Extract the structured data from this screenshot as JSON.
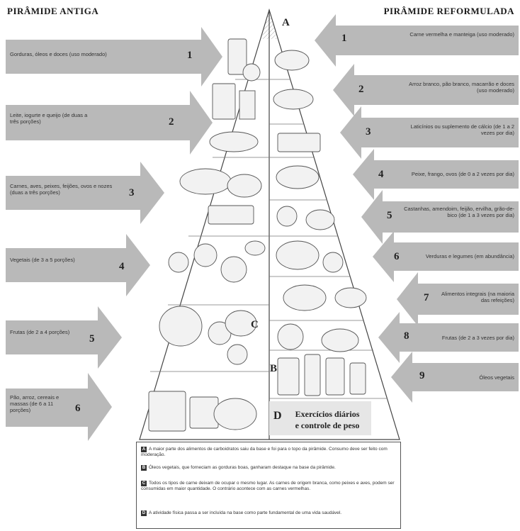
{
  "headings": {
    "left": "PIRÂMIDE ANTIGA",
    "right": "PIRÂMIDE REFORMULADA"
  },
  "old_pyramid": [
    {
      "num": "1",
      "text": "Gorduras, óleos e doces (uso moderado)"
    },
    {
      "num": "2",
      "text": "Leite, iogurte e queijo (de duas a três porções)"
    },
    {
      "num": "3",
      "text": "Carnes, aves, peixes, feijões, ovos e nozes (duas a três porções)"
    },
    {
      "num": "4",
      "text": "Vegetais (de 3 a 5 porções)"
    },
    {
      "num": "5",
      "text": "Frutas (de 2 a 4 porções)"
    },
    {
      "num": "6",
      "text": "Pão, arroz, cereais e massas (de 6 a 11 porções)"
    }
  ],
  "new_pyramid": [
    {
      "num": "1",
      "text": "Carne vermelha e manteiga (uso moderado)"
    },
    {
      "num": "2",
      "text": "Arroz branco, pão branco, macarrão e doces (uso moderado)"
    },
    {
      "num": "3",
      "text": "Laticínios ou suplemento de cálcio (de 1 a 2 vezes por dia)"
    },
    {
      "num": "4",
      "text": "Peixe, frango, ovos (de 0 a 2 vezes por dia)"
    },
    {
      "num": "5",
      "text": "Castanhas, amendoim, feijão, ervilha, grão-de-bico (de 1 a 3 vezes por dia)"
    },
    {
      "num": "6",
      "text": "Verduras e legumes (em abundância)"
    },
    {
      "num": "7",
      "text": "Alimentos integrais (na maioria das refeições)"
    },
    {
      "num": "8",
      "text": "Frutas (de 2 a 3 vezes por dia)"
    },
    {
      "num": "9",
      "text": "Óleos vegetais"
    }
  ],
  "markers": {
    "a": "A",
    "b": "B",
    "c": "C",
    "d": "D"
  },
  "base_box": {
    "line1": "Exercícios diários",
    "line2": "e controle de peso"
  },
  "legend": [
    {
      "key": "A",
      "text": "A maior parte dos alimentos de carboidratos saiu da base e foi para o topo da pirâmide. Consumo deve ser feito com moderação."
    },
    {
      "key": "B",
      "text": "Óleos vegetais, que forneciam as gorduras boas, ganharam destaque na base da pirâmide."
    },
    {
      "key": "C",
      "text": "Todos os tipos de carne deixam de ocupar o mesmo lugar. As carnes de origem branca, como peixes e aves, podem ser consumidas em maior quantidade. O contrário acontece com as carnes vermelhas."
    },
    {
      "key": "D",
      "text": "A atividade física passa a ser incluída na base como parte fundamental de uma vida saudável."
    }
  ]
}
